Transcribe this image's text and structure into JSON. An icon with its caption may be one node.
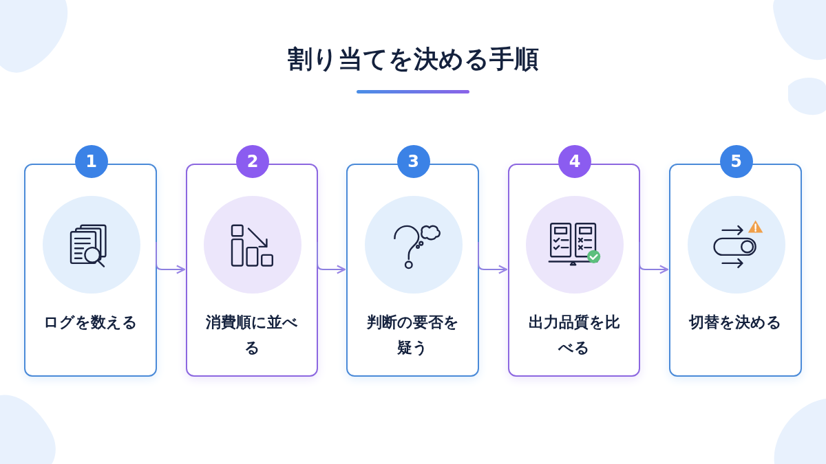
{
  "diagram": {
    "title": "割り当てを決める手順",
    "nodes": [
      {
        "text": [
          "1",
          "ログを数える"
        ]
      },
      {
        "text": [
          "2",
          "消費順に並べる"
        ]
      },
      {
        "text": [
          "3",
          "判断の要否を疑う"
        ]
      },
      {
        "text": [
          "4",
          "出力品質を比べる"
        ]
      },
      {
        "text": [
          "5",
          "切替を決める"
        ]
      }
    ],
    "edges": [
      {
        "from": 0,
        "to": 1,
        "arrow": "to"
      },
      {
        "from": 1,
        "to": 2,
        "arrow": "to"
      },
      {
        "from": 2,
        "to": 3,
        "arrow": "to"
      },
      {
        "from": 3,
        "to": 4,
        "arrow": "to"
      }
    ]
  }
}
